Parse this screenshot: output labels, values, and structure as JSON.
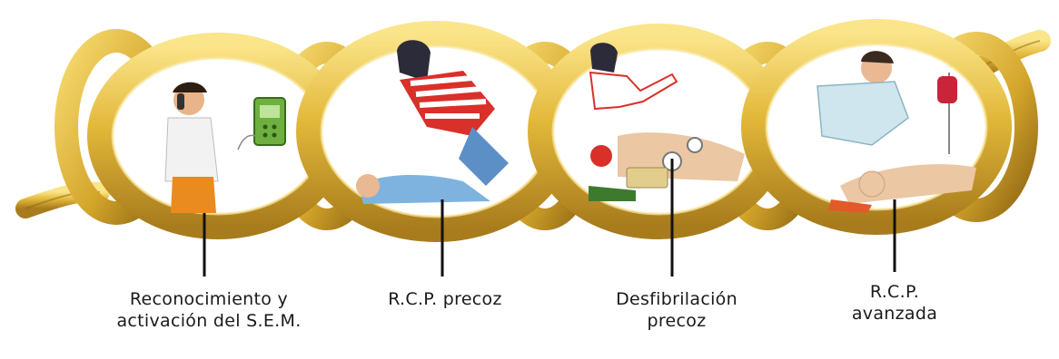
{
  "diagram": {
    "steps": [
      {
        "label": "Reconocimiento y\nactivación del S.E.M."
      },
      {
        "label": "R.C.P. precoz"
      },
      {
        "label": "Desfibrilación\nprecoz"
      },
      {
        "label": "R.C.P.\navanzada"
      }
    ],
    "colors": {
      "gold_light": "#F6D96A",
      "gold_mid": "#D9AE2E",
      "gold_dark": "#9C7418",
      "pointer": "#111111"
    }
  }
}
